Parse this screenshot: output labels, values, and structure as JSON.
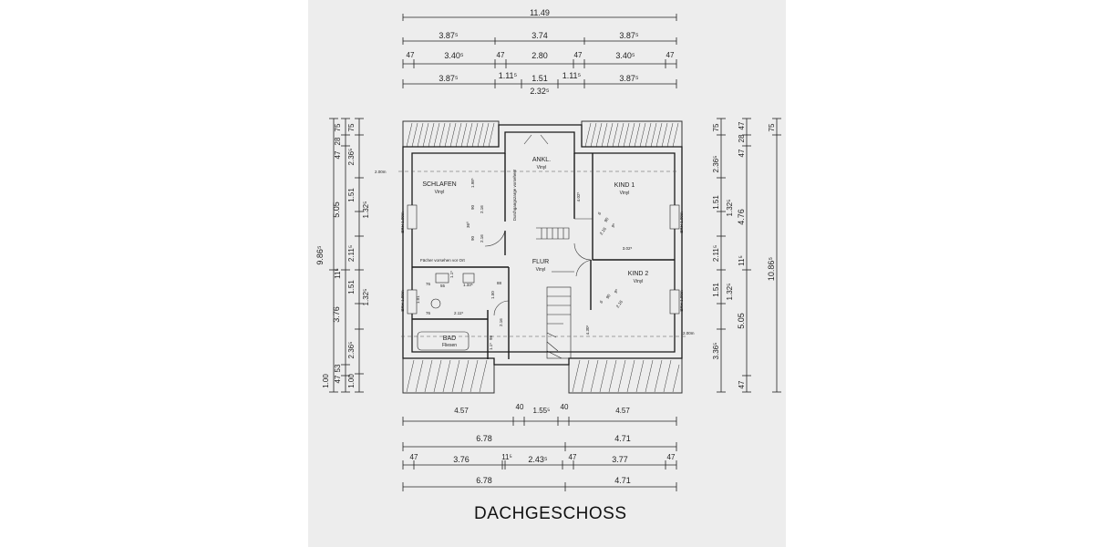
{
  "title": "DACHGESCHOSS",
  "dims_top": {
    "total": "11.49",
    "row2": [
      "3.87⁵",
      "3.74",
      "3.87⁵"
    ],
    "row3": [
      "47",
      "3.40⁵",
      "47",
      "2.80",
      "47",
      "3.40⁵",
      "47"
    ],
    "row4": [
      "3.87⁵",
      "1.11⁵",
      "1.51",
      "1.11⁵",
      "3.87⁵"
    ],
    "row4_below": "2.32⁵"
  },
  "dims_bottom": {
    "row1": [
      "4.57",
      "40",
      "1.55⁵",
      "40",
      "4.57"
    ],
    "row2": [
      "6.78",
      "4.71"
    ],
    "row3": [
      "47",
      "3.76",
      "11⁵",
      "2.43⁵",
      "47",
      "3.77",
      "47"
    ],
    "row4": [
      "6.78",
      "4.71"
    ]
  },
  "dims_left": {
    "outer": "9.86⁵",
    "mid": [
      "75",
      "47",
      "5.05",
      "11⁵",
      "3.76",
      "47",
      "1.00"
    ],
    "mid_top": "28",
    "mid_bottom": "53",
    "inner": [
      "75",
      "2.36⁵",
      "1.51",
      "1.32⁵",
      "2.11⁵",
      "1.51",
      "1.32⁵",
      "2.36⁵",
      "1.00"
    ]
  },
  "dims_right": {
    "inner": [
      "75",
      "2.36⁵",
      "1.51",
      "1.32⁵",
      "2.11⁵",
      "1.51",
      "1.32⁵",
      "3.36⁵"
    ],
    "mid": [
      "47",
      "28",
      "47",
      "4.76",
      "11⁵",
      "5.05",
      "47"
    ],
    "outer": [
      "75",
      "10.86⁵"
    ]
  },
  "rooms": {
    "schlafen": {
      "name": "SCHLAFEN",
      "floor": "Vinyl"
    },
    "ankl": {
      "name": "ANKL.",
      "floor": "Vinyl"
    },
    "kind1": {
      "name": "KIND 1",
      "floor": "Vinyl"
    },
    "kind2": {
      "name": "KIND 2",
      "floor": "Vinyl"
    },
    "flur": {
      "name": "FLUR",
      "floor": "Vinyl"
    },
    "bad": {
      "name": "BAD",
      "floor": "Fliesen"
    }
  },
  "annotations": {
    "height_left": "2.00m",
    "height_right": "2.00m",
    "brh_a": "BRH 1.00m",
    "brh_b": "BRH 1.00m",
    "brh_c": "BRH 1.00m",
    "brh_d": "BRH 1.00m",
    "durchgang": "Durchgangszarge vorsehen!",
    "faecher": "Fächer vorsehen vor Ort",
    "kind1_wall": "4.02⁵",
    "kind2_wall": "3.02⁵",
    "flur_wall": "4.30⁵",
    "stair_upper": [
      "6",
      "90",
      "9⁰",
      "2.16"
    ],
    "stair_lower": [
      "6",
      "90",
      "9⁰",
      "2.16"
    ],
    "schlafen_stair": [
      "90",
      "90",
      "36⁰",
      "2.16",
      "2.16",
      "1.98⁵"
    ],
    "bath_vals": [
      "76",
      "55",
      "1.33⁵",
      "88",
      "1.50",
      "76",
      "1.01",
      "2.11⁵",
      "2.16",
      "98",
      "1.1⁵",
      "1.1⁵"
    ]
  },
  "colors": {
    "line": "#1a1a1a",
    "paper": "#ededed",
    "background": "#ffffff"
  }
}
